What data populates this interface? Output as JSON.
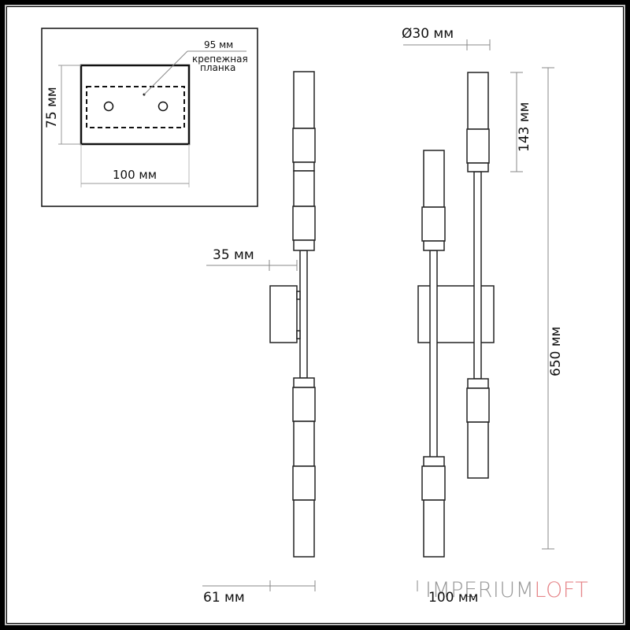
{
  "inset": {
    "mounting_plate_label_line1": "крепежная",
    "mounting_plate_label_line2": "планка",
    "plate_length": "95 мм",
    "height": "75 мм",
    "width": "100 мм"
  },
  "side_view": {
    "wall_offset": "35 мм",
    "depth": "61 мм"
  },
  "front_view": {
    "diameter": "Ø30 мм",
    "shade_length": "143 мм",
    "total_height": "650 мм",
    "width": "100 мм"
  },
  "watermark": {
    "part1": "IMPERIUM",
    "part2": "LOFT",
    "colors": {
      "part1": "#9a9a9a",
      "part2": "#e6868a"
    }
  }
}
